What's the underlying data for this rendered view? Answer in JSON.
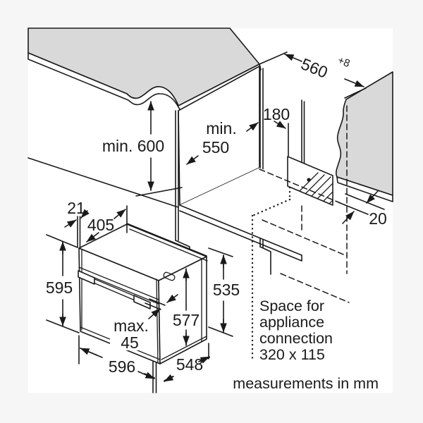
{
  "figure": {
    "type": "appliance-installation-diagram",
    "footer": "measurements in mm"
  },
  "labels": {
    "min600": "min. 600",
    "min550_line1": "min.",
    "min550_line2": "550",
    "dim560": "560",
    "dim560_sup": "+8",
    "dim180": "180",
    "dim20": "20",
    "dim21": "21",
    "dim405": "405",
    "dim595": "595",
    "dim535": "535",
    "dim577": "577",
    "max_label": "max.",
    "dim45": "45",
    "dim596": "596",
    "dim548": "548",
    "note_line1": "Space for",
    "note_line2": "appliance",
    "note_line3": "connection",
    "note_line4": "320 x 115",
    "footer": "measurements in mm"
  },
  "dimensions_mm": {
    "niche_height_min": "min. 600",
    "niche_depth_min": "min. 550",
    "niche_width": "560 +8",
    "connection_offset": "180",
    "rear_gap": "20",
    "front_overhang": "21",
    "top_depth": "405",
    "oven_height": "595",
    "rear_height": "535",
    "door_height": "577",
    "handle_protrusion": "max. 45",
    "oven_width": "596",
    "oven_depth": "548",
    "connection_space": "320 x 115"
  },
  "colors": {
    "line": "#1a1a1a",
    "surface_gray": "#d9d9d9",
    "canvas": "#ffffff",
    "page_background": "#f6f6f6"
  }
}
